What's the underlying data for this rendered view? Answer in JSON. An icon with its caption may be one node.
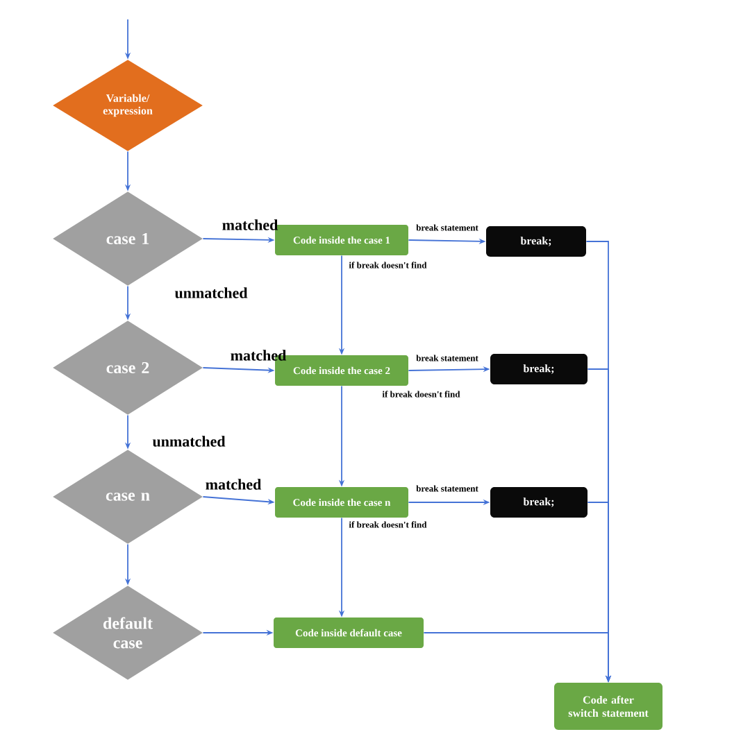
{
  "diagram": {
    "nodes": [
      {
        "text": [
          "Variable/ expression"
        ]
      },
      {
        "text": [
          "case 1"
        ]
      },
      {
        "text": [
          "case 2"
        ]
      },
      {
        "text": [
          "case n"
        ]
      },
      {
        "text": [
          "default case"
        ]
      },
      {
        "text": [
          "Code inside the case 1"
        ]
      },
      {
        "text": [
          "break;"
        ]
      },
      {
        "text": [
          "Code inside the case 2"
        ]
      },
      {
        "text": [
          "break;"
        ]
      },
      {
        "text": [
          "Code inside the case n"
        ]
      },
      {
        "text": [
          "break;"
        ]
      },
      {
        "text": [
          "Code inside default case"
        ]
      },
      {
        "text": [
          "Code after switch statement"
        ]
      }
    ],
    "edges": [
      {
        "from": null,
        "to": 0,
        "arrow": "to"
      },
      {
        "from": 0,
        "to": 1,
        "arrow": "to"
      },
      {
        "from": 1,
        "to": 5,
        "arrow": "to",
        "label": "matched"
      },
      {
        "from": 1,
        "to": 2,
        "arrow": "to",
        "label": "unmatched"
      },
      {
        "from": 2,
        "to": 7,
        "arrow": "to",
        "label": "matched"
      },
      {
        "from": 2,
        "to": 3,
        "arrow": "to",
        "label": "unmatched"
      },
      {
        "from": 3,
        "to": 9,
        "arrow": "to",
        "label": "matched"
      },
      {
        "from": 3,
        "to": 4,
        "arrow": "to"
      },
      {
        "from": 4,
        "to": 11,
        "arrow": "to"
      },
      {
        "from": 5,
        "to": 6,
        "arrow": "to",
        "label": "break statement"
      },
      {
        "from": 5,
        "to": 7,
        "arrow": "to",
        "label": "if break doesn't find"
      },
      {
        "from": 7,
        "to": 8,
        "arrow": "to",
        "label": "break statement"
      },
      {
        "from": 7,
        "to": 9,
        "arrow": "to",
        "label": "if break doesn't find"
      },
      {
        "from": 9,
        "to": 10,
        "arrow": "to",
        "label": "break statement"
      },
      {
        "from": 9,
        "to": 11,
        "arrow": "to",
        "label": "if break doesn't find"
      },
      {
        "from": 6,
        "to": 12,
        "arrow": "to"
      },
      {
        "from": 8,
        "to": 12,
        "arrow": "to"
      },
      {
        "from": 10,
        "to": 12,
        "arrow": "to"
      },
      {
        "from": 11,
        "to": 12,
        "arrow": "to"
      }
    ]
  }
}
